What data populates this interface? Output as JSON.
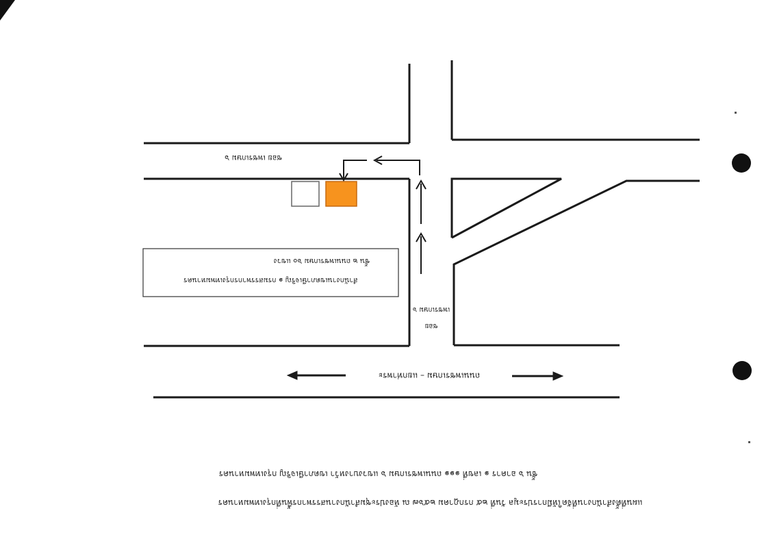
{
  "map": {
    "labels": {
      "road_top": "ซอย เพชรเกษม ๖",
      "road_side_line1": "ซอย",
      "road_side_line2": "เพชรเกษม ๖",
      "main_road": "ถนนเพชรเกษม – แยกท่าพระ",
      "building_line1": "สำนักงานเขตภาษีเจริญ ๑ กรมสรรพากรกรุงเทพมหานคร",
      "building_line2": "ชั้น ๒ ถนนเพชรเกษม ๖๐ แขวง"
    },
    "caption": {
      "line1": "แผนที่ตั้งสำนักงานที่จัดให้มีการประมูล วันที่ ๒๕ กรกฎาคม ๒๕๖๗ ณ ห้องประชุมสำนักงานสรรพากรพื้นที่กรุงเทพมหานคร",
      "line2": "ชั้น ๖ อาคาร ๑ เลขที่ ๑๑๑ ถนนเพชรเกษม ๖ แขวงบางหว้า เขตภาษีเจริญ กรุงเทพมหานคร"
    },
    "colors": {
      "target_building": "#f7931e",
      "road_line": "#1a1a1a",
      "ink": "#222222"
    }
  }
}
